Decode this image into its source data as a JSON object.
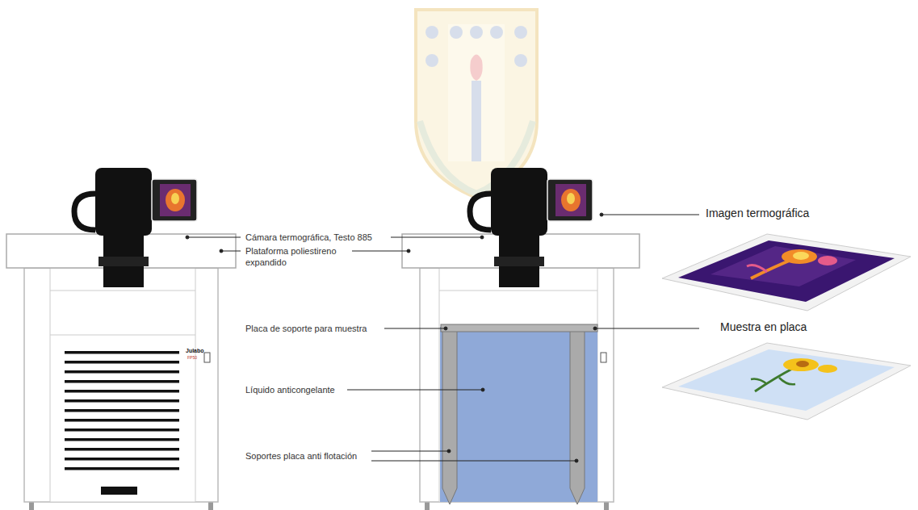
{
  "diagram": {
    "labels": [
      "Cámara termográfica, Testo 885",
      "Plataforma poliestireno expandido",
      "Placa de soporte para muestra",
      "Líquido anticongelante",
      "Soportes placa anti flotación",
      "Imagen termográfica",
      "Muestra en placa",
      "Julabo",
      "FP50"
    ]
  }
}
